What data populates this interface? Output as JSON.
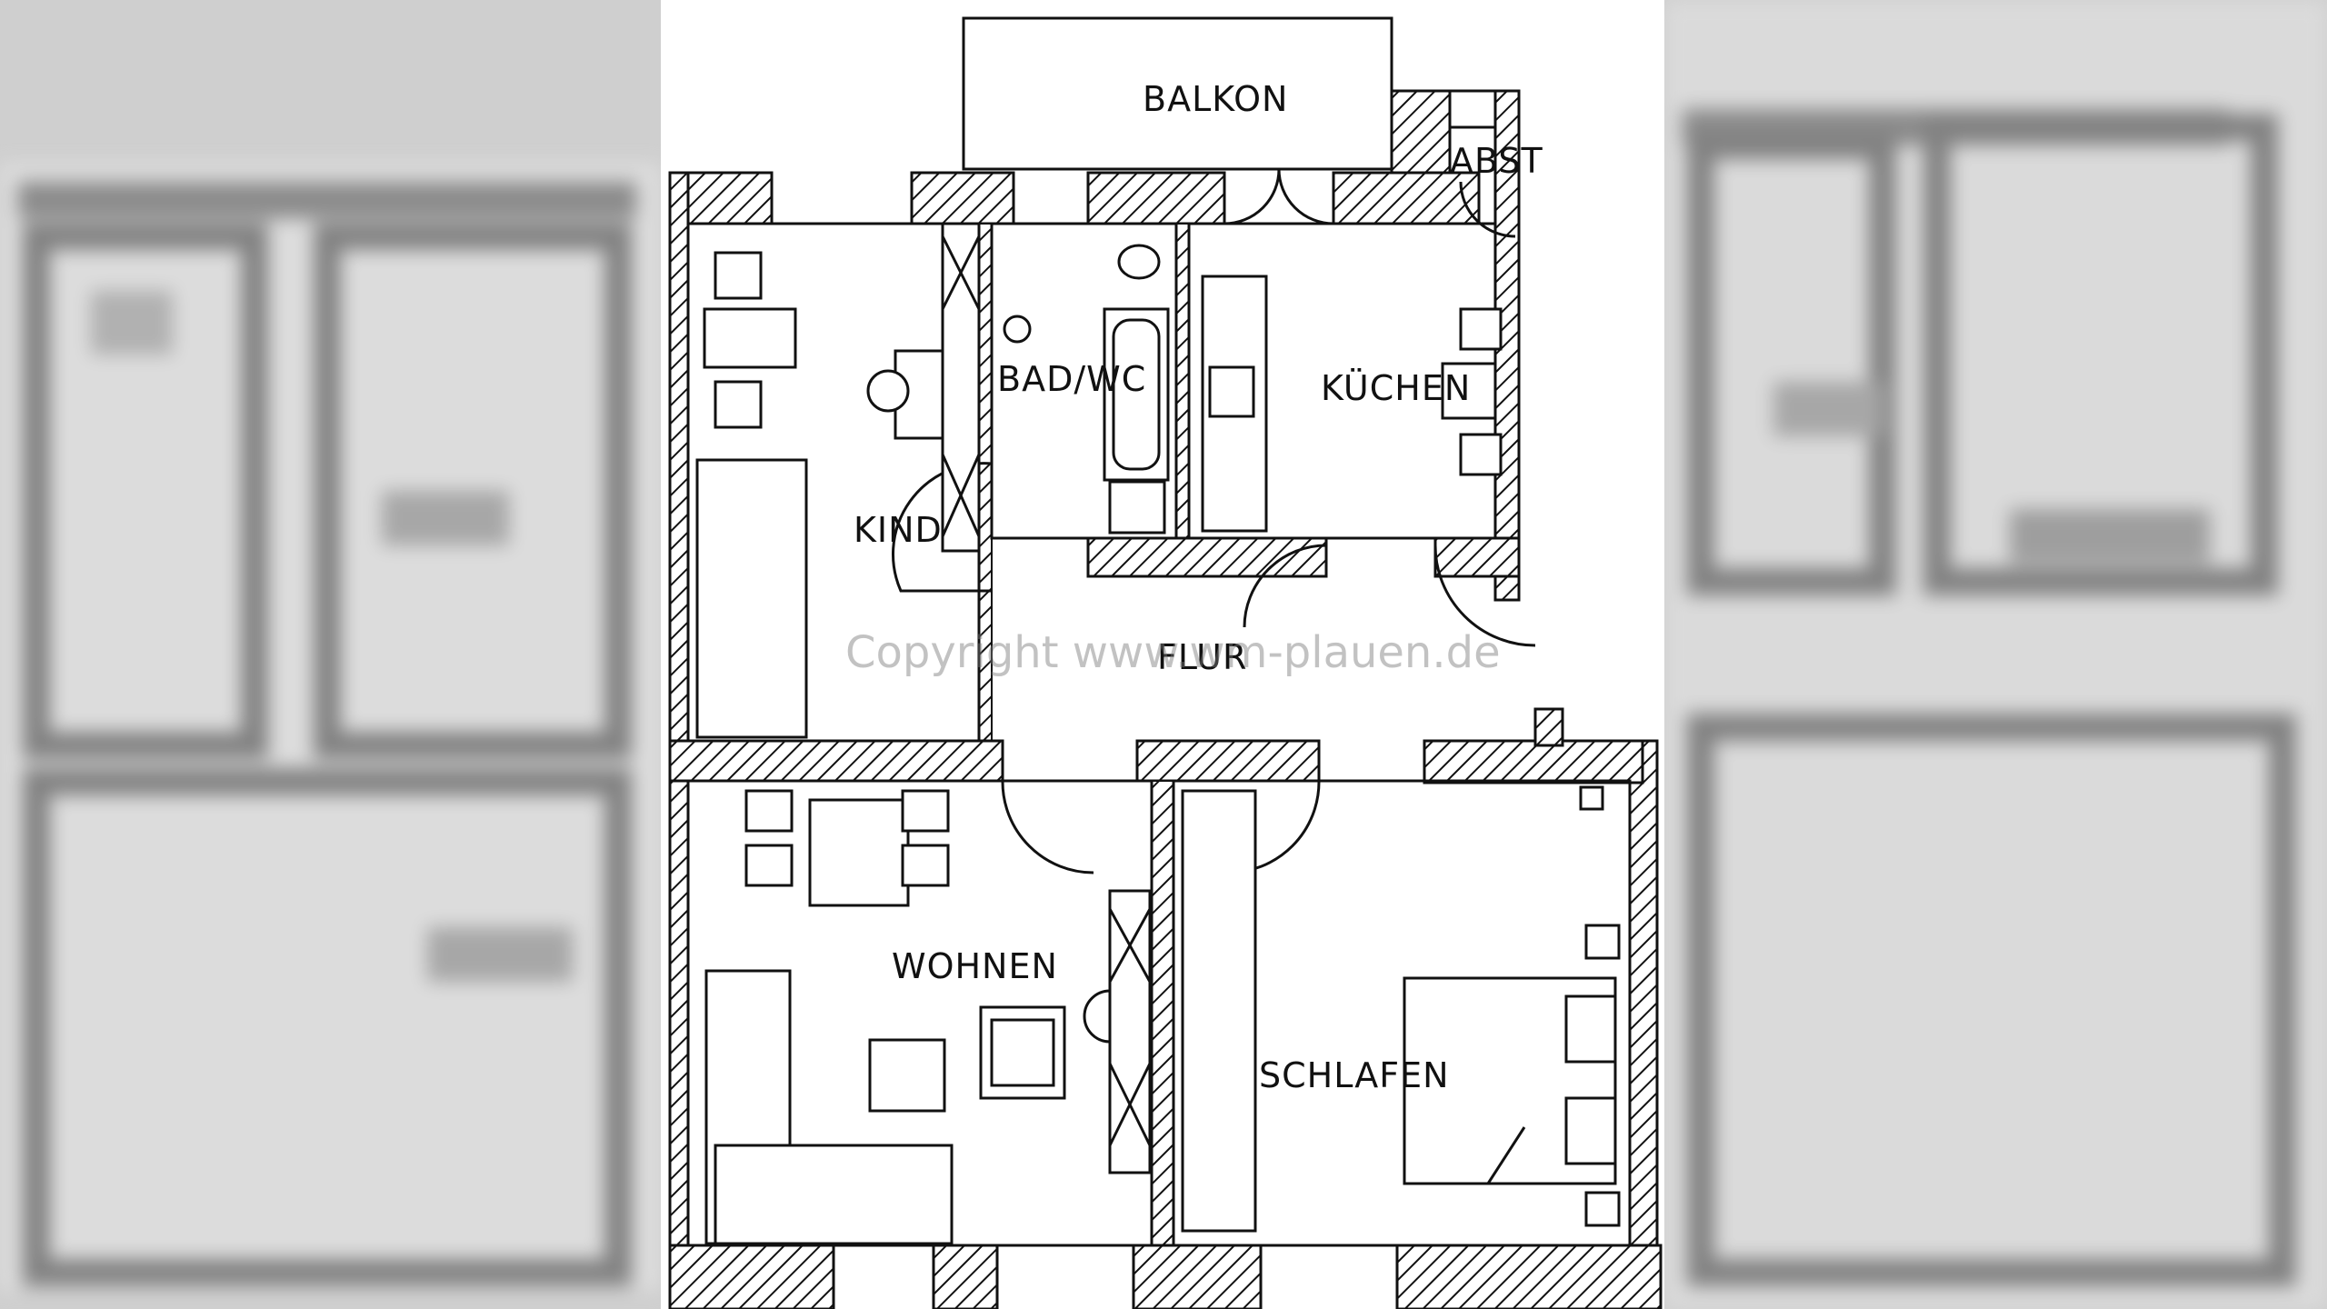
{
  "plan": {
    "rooms": {
      "balkon": "BALKON",
      "abst": "ABST",
      "bad_wc": "BAD/WC",
      "kuechen": "KÜCHEN",
      "kind": "KIND",
      "flur": "FLUR",
      "wohnen": "WOHNEN",
      "schlafen": "SCHLAFEN"
    },
    "watermark": "Copyright www.wm-plauen.de"
  }
}
